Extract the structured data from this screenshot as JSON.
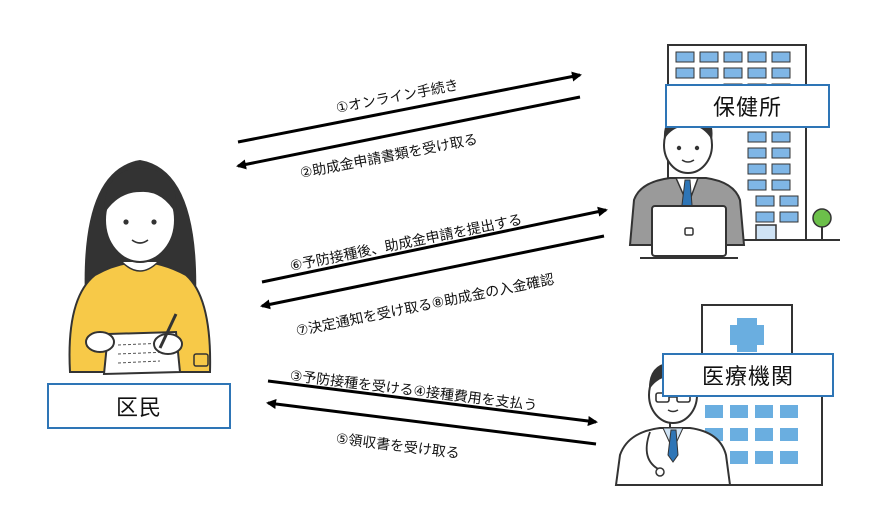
{
  "labels": {
    "citizen": "区民",
    "health_center": "保健所",
    "medical_institution": "医療機関"
  },
  "arrows": {
    "a1": "①オンライン手続き",
    "a2": "②助成金申請書類を受け取る",
    "a6": "⑥予防接種後、助成金申請を提出する",
    "a7": "⑦決定通知を受け取る⑧助成金の入金確認",
    "a3": "③予防接種を受ける④接種費用を支払う",
    "a5": "⑤領収書を受け取る"
  },
  "colors": {
    "box_border": "#2e75b6",
    "sweater": "#f7c948",
    "building_blue": "#7fb6e6",
    "arrow": "#000000"
  }
}
